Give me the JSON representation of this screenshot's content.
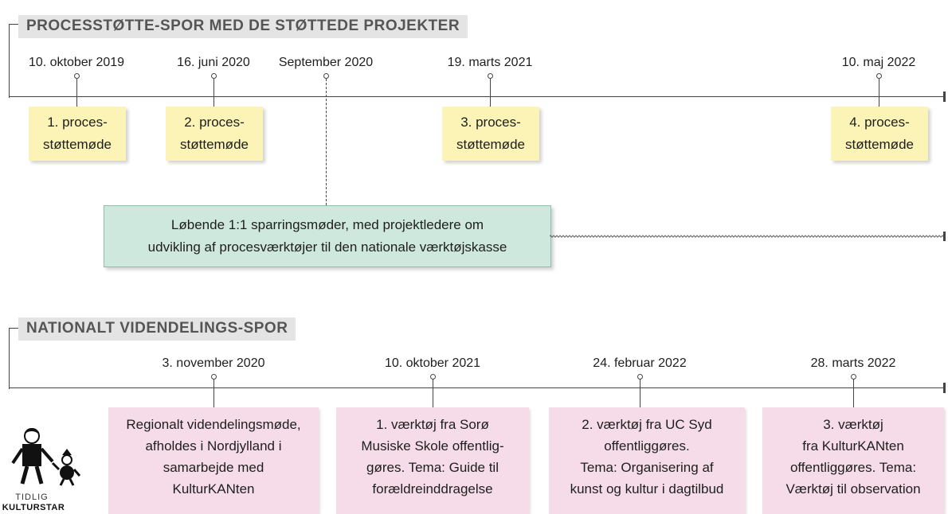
{
  "section1": {
    "title": "PROCESSTØTTE-SPOR MED DE STØTTEDE PROJEKTER",
    "dates": [
      "10. oktober 2019",
      "16. juni 2020",
      "September 2020",
      "19. marts 2021",
      "10. maj 2022"
    ],
    "meetings": [
      "1. proces-\nstøttemøde",
      "2. proces-\nstøttemøde",
      "3. proces-\nstøttemøde",
      "4. proces-\nstøttemøde"
    ],
    "sparring": "Løbende 1:1 sparringsmøder, med projektledere om\nudvikling af procesværktøjer til den nationale værktøjskasse"
  },
  "section2": {
    "title": "NATIONALT VIDENDELINGS-SPOR",
    "dates": [
      "3. november  2020",
      "10. oktober  2021",
      "24. februar 2022",
      "28. marts 2022"
    ],
    "items": [
      "Regionalt videndelingsmøde,\nafholdes i Nordjylland i\nsamarbejde med\nKulturKANten",
      "1. værktøj fra Sorø\nMusiske Skole offentlig-\ngøres. Tema: Guide til\nforældreinddragelse",
      "2. værktøj fra UC Syd\noffentliggøres.\nTema: Organisering af\nkunst og kultur i dagtilbud",
      "3. værktøj\nfra KulturKANten\noffentliggøres. Tema:\nVærktøj til observation"
    ]
  },
  "logo": {
    "line1": "TIDLIG",
    "line2": "KULTURSTAR"
  },
  "colors": {
    "yellow_box": "#fbf4b6",
    "green_box": "#cfe8dd",
    "pink_box": "#f6dce8",
    "title_bg": "#e4e4e4"
  }
}
